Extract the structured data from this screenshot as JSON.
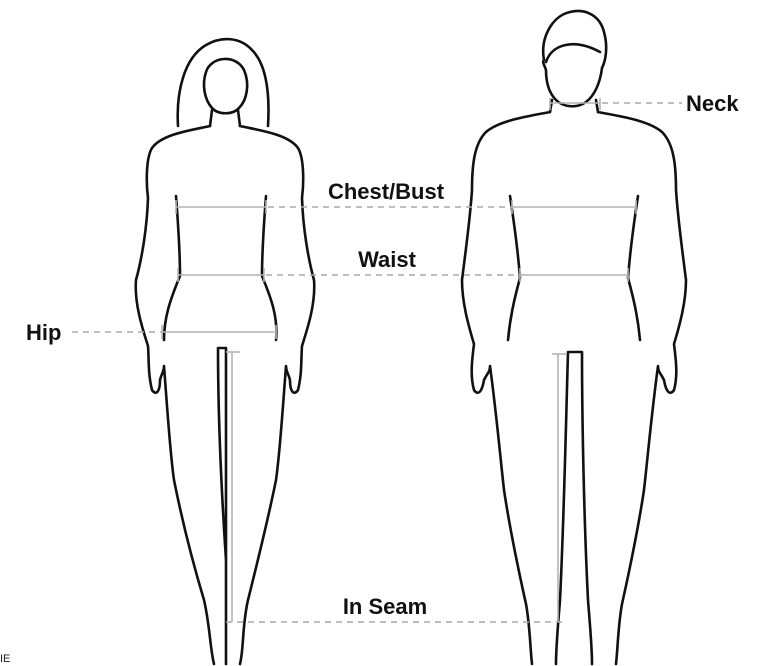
{
  "labels": {
    "neck": "Neck",
    "chest_bust": "Chest/Bust",
    "waist": "Waist",
    "hip": "Hip",
    "in_seam": "In Seam"
  },
  "corner_text": "IE",
  "colors": {
    "outline": "#111111",
    "measure_line": "#b4b4b4",
    "leader_line": "#a8a8a8",
    "label_text": "#111111",
    "background": "#ffffff"
  }
}
